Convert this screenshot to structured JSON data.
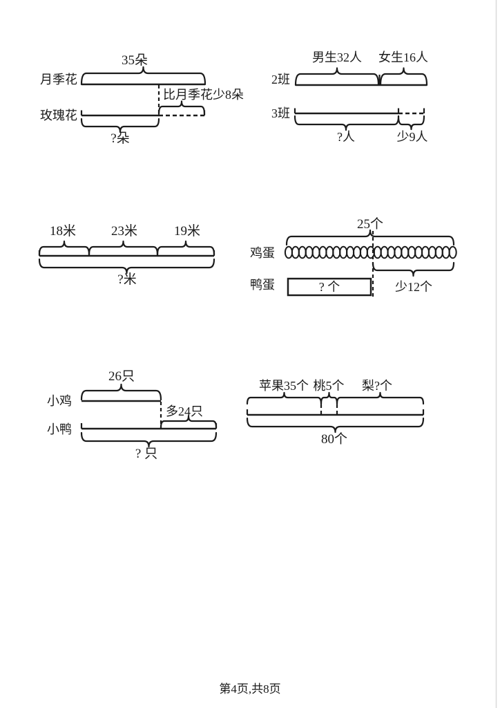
{
  "page": {
    "background": "#ffffff",
    "ink_color": "#1b1b1b",
    "footer": "第4页,共8页"
  },
  "diagrams": {
    "roses": {
      "total_label": "35朵",
      "row1_label": "月季花",
      "difference_label": "比月季花少8朵",
      "row2_label": "玫瑰花",
      "question_label": "?朵"
    },
    "classes": {
      "boys_label": "男生32人",
      "girls_label": "女生16人",
      "row1_label": "2班",
      "row2_label": "3班",
      "question_label": "?人",
      "less_label": "少9人"
    },
    "meters": {
      "seg1_label": "18米",
      "seg2_label": "23米",
      "seg3_label": "19米",
      "question_label": "?米"
    },
    "eggs": {
      "total_label": "25个",
      "row1_label": "鸡蛋",
      "row2_label": "鸭蛋",
      "box_label": "? 个",
      "less_label": "少12个",
      "egg_count": 25
    },
    "chicks": {
      "total_label": "26只",
      "row1_label": "小鸡",
      "more_label": "多24只",
      "row2_label": "小鸭",
      "question_label": "? 只"
    },
    "fruits": {
      "apple_label": "苹果35个",
      "peach_label": "桃5个",
      "pear_label": "梨?个",
      "total_label": "80个"
    }
  }
}
